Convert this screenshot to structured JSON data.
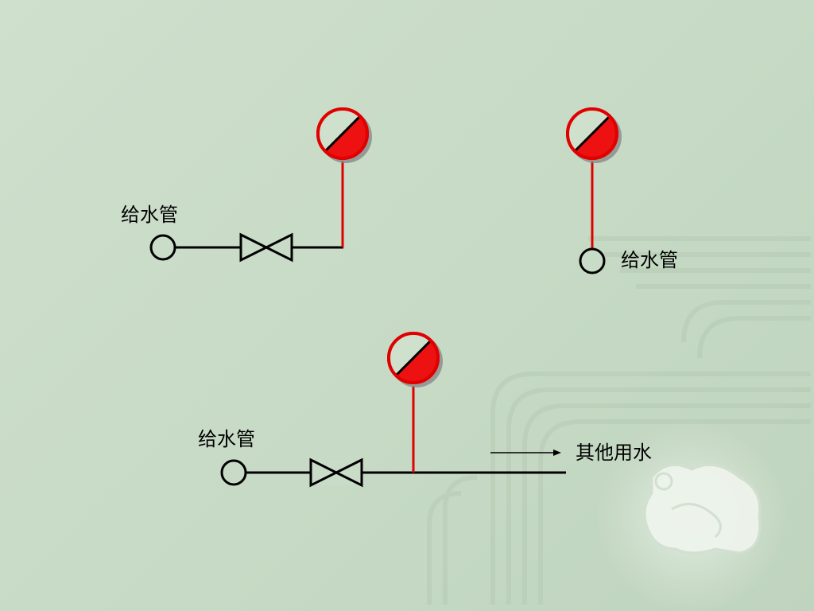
{
  "labels": {
    "supply_pipe_1": "给水管",
    "supply_pipe_2": "给水管",
    "supply_pipe_3": "给水管",
    "other_water": "其他用水"
  },
  "colors": {
    "pipe": "#000000",
    "riser": "#e00000",
    "gauge_red": "#ee1111",
    "gauge_border": "#e00000",
    "background": "#c9dcc8"
  },
  "icons": {
    "gauge": "pressure-gauge-icon",
    "valve": "gate-valve-icon",
    "inlet": "pipe-inlet-circle-icon",
    "arrow": "flow-arrow-icon"
  }
}
